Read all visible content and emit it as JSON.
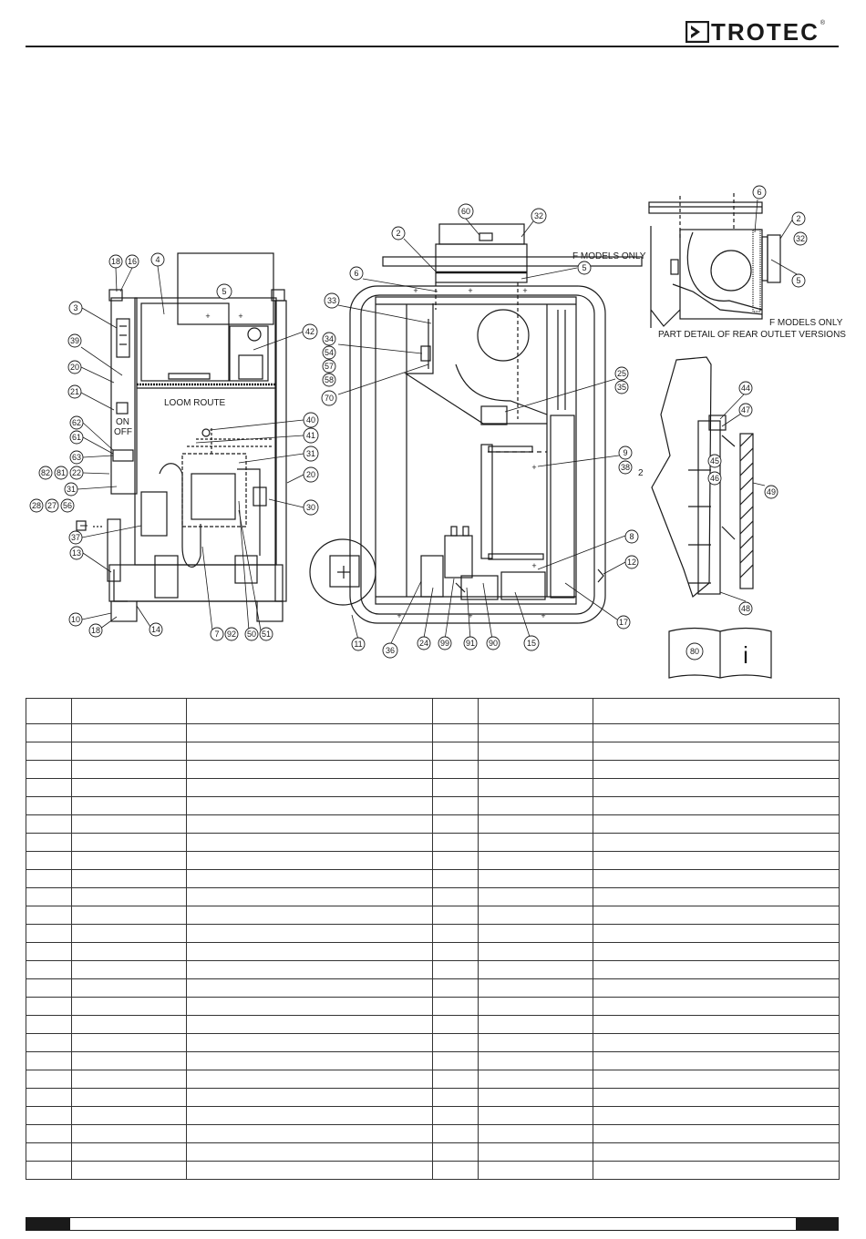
{
  "brand": {
    "name": "TROTEC",
    "registered": "®"
  },
  "labels": {
    "loom_route": "LOOM ROUTE",
    "on": "ON",
    "off": "OFF",
    "f_models_top": "F MODELS ONLY",
    "f_models_detail": "F MODELS ONLY",
    "part_detail": "PART DETAIL OF REAR OUTLET VERSIONS",
    "info_glyph": "i",
    "stray_two": "2"
  },
  "callouts_left": [
    "18",
    "16",
    "4",
    "5",
    "3",
    "39",
    "20",
    "21",
    "62",
    "61",
    "63",
    "82",
    "81",
    "22",
    "31",
    "28",
    "27",
    "56",
    "37",
    "13",
    "10",
    "18",
    "14",
    "7",
    "92",
    "50",
    "51",
    "42",
    "40",
    "41",
    "31",
    "20",
    "30"
  ],
  "callouts_middle": [
    "60",
    "32",
    "2",
    "6",
    "33",
    "34",
    "54",
    "57",
    "58",
    "70",
    "25",
    "35",
    "9",
    "38",
    "8",
    "12",
    "17",
    "15",
    "90",
    "91",
    "99",
    "24",
    "36",
    "11",
    "5"
  ],
  "callouts_right": [
    "6",
    "2",
    "32",
    "5",
    "44",
    "47",
    "45",
    "46",
    "49",
    "48",
    "80"
  ],
  "table": {
    "columns": 6,
    "body_rows": 25
  }
}
